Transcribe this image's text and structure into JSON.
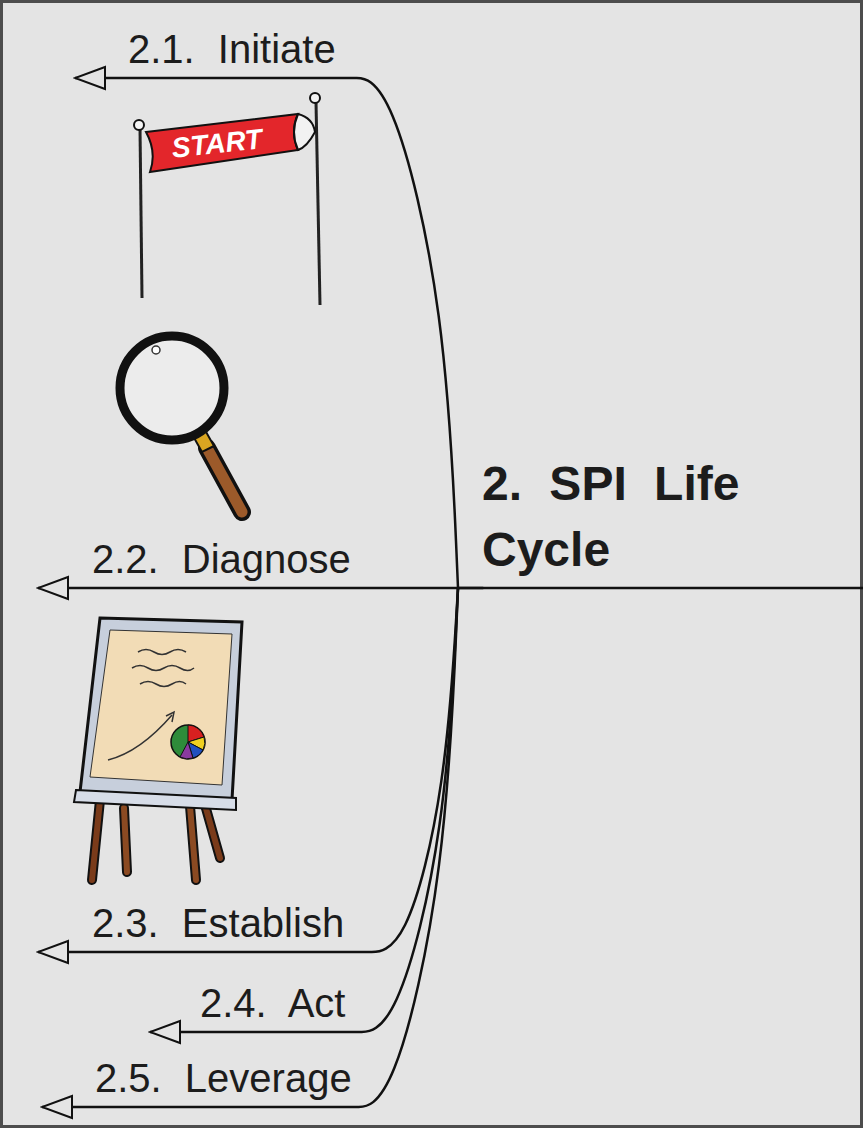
{
  "diagram": {
    "nodes": [
      {
        "text": [
          "2. SPI Life Cycle"
        ]
      },
      {
        "text": [
          "2.1. Initiate"
        ]
      },
      {
        "text": [
          "2.2. Diagnose"
        ]
      },
      {
        "text": [
          "2.3. Establish"
        ]
      },
      {
        "text": [
          "2.4. Act"
        ]
      },
      {
        "text": [
          "2.5. Leverage"
        ]
      }
    ],
    "edges": [
      {
        "from": 0,
        "to": 1,
        "arrow": "to"
      },
      {
        "from": 0,
        "to": 2,
        "arrow": "to"
      },
      {
        "from": 0,
        "to": 3,
        "arrow": "to"
      },
      {
        "from": 0,
        "to": 4,
        "arrow": "to"
      },
      {
        "from": 0,
        "to": 5,
        "arrow": "to"
      }
    ],
    "labels": [
      "START"
    ]
  }
}
